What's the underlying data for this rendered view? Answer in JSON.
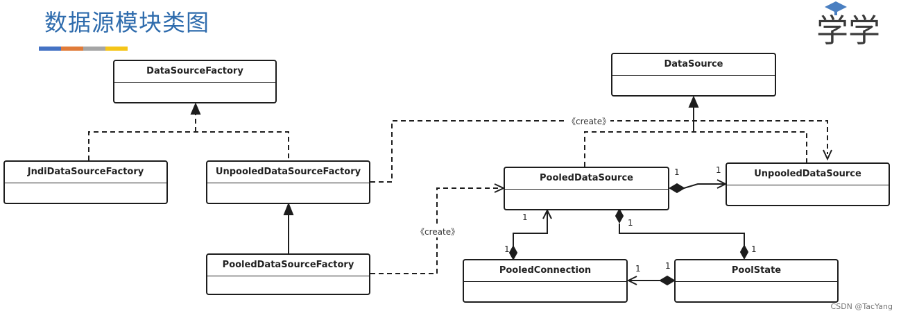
{
  "header": {
    "title": "数据源模块类图",
    "stripe_colors": [
      "#4472c4",
      "#e07b39",
      "#a5a5a5",
      "#f5c518"
    ],
    "logo_text": "学学"
  },
  "classes": {
    "data_source_factory": "DataSourceFactory",
    "jndi_data_source_factory": "JndiDataSourceFactory",
    "unpooled_data_source_factory": "UnpooledDataSourceFactory",
    "pooled_data_source_factory": "PooledDataSourceFactory",
    "data_source": "DataSource",
    "pooled_data_source": "PooledDataSource",
    "unpooled_data_source": "UnpooledDataSource",
    "pooled_connection": "PooledConnection",
    "pool_state": "PoolState"
  },
  "labels": {
    "create_top": "《create》",
    "create_bottom": "《create》"
  },
  "multiplicities": {
    "pds_to_uds_source": "1",
    "pds_to_uds_target": "1",
    "pds_to_pc_top": "1",
    "pds_to_pc_bottom": "1",
    "pds_to_ps_top": "1",
    "pds_to_ps_bottom": "1",
    "ps_to_pc_target": "1",
    "ps_to_pc_source": "1"
  },
  "watermark": "CSDN @TacYang"
}
